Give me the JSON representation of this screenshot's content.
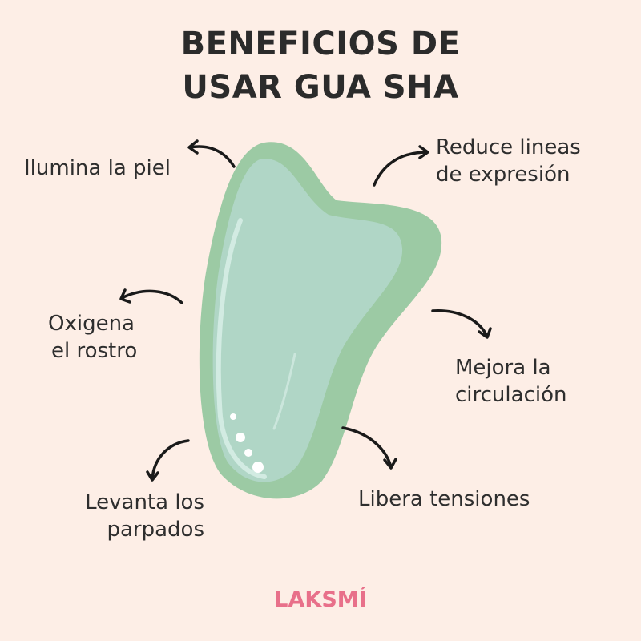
{
  "title": {
    "line1": "BENEFICIOS DE",
    "line2": "USAR GUA SHA"
  },
  "benefits": [
    {
      "lines": [
        "Ilumina la piel"
      ]
    },
    {
      "lines": [
        "Reduce lineas",
        "de expresión"
      ]
    },
    {
      "lines": [
        "Oxigena",
        "el rostro"
      ]
    },
    {
      "lines": [
        "Mejora la",
        "circulación"
      ]
    },
    {
      "lines": [
        "Levanta los",
        "parpados"
      ]
    },
    {
      "lines": [
        "Libera tensiones"
      ]
    }
  ],
  "brand": "LAKSMÍ",
  "colors": {
    "background": "#fdeee6",
    "stone_outer": "#9ccaa4",
    "stone_inner": "#b0d6c6",
    "brand": "#e8708a"
  }
}
